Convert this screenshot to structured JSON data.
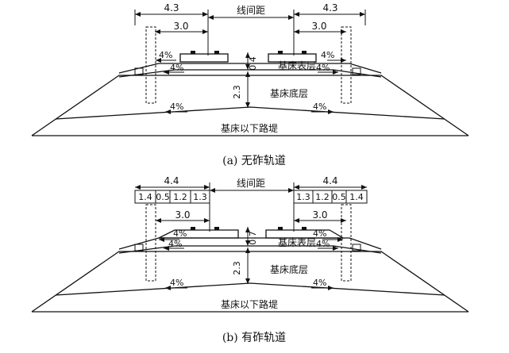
{
  "diagrams": [
    {
      "id": "a",
      "caption": "(a) 无砟轨道",
      "center_label": "线间距",
      "dim_outer_left": "4.3",
      "dim_inner_left": "3.0",
      "dim_outer_right": "4.3",
      "dim_inner_right": "3.0",
      "surface_thickness": "0.4",
      "base_thickness": "2.3",
      "layer_surface": "基床表层",
      "layer_base": "基床底层",
      "layer_embankment": "基床以下路堤",
      "slope_top_left": "4%",
      "slope_top_right": "4%",
      "slope_mid_left": "4%",
      "slope_mid_right": "4%",
      "slope_low_left": "4%",
      "slope_low_right": "4%"
    },
    {
      "id": "b",
      "caption": "(b) 有砟轨道",
      "center_label": "线间距",
      "dim_outer_left": "4.4",
      "dim_inner_left": "3.0",
      "dim_outer_right": "4.4",
      "dim_inner_right": "3.0",
      "segments_left": [
        "1.4",
        "0.5",
        "1.2",
        "1.3"
      ],
      "segments_right": [
        "1.3",
        "1.2",
        "0.5",
        "1.4"
      ],
      "surface_thickness": "0.7",
      "base_thickness": "2.3",
      "layer_surface": "基床表层",
      "layer_base": "基床底层",
      "layer_embankment": "基床以下路堤",
      "slope_top_left": "4%",
      "slope_top_right": "4%",
      "slope_mid_left": "4%",
      "slope_mid_right": "4%",
      "slope_low_left": "4%",
      "slope_low_right": "4%"
    }
  ]
}
